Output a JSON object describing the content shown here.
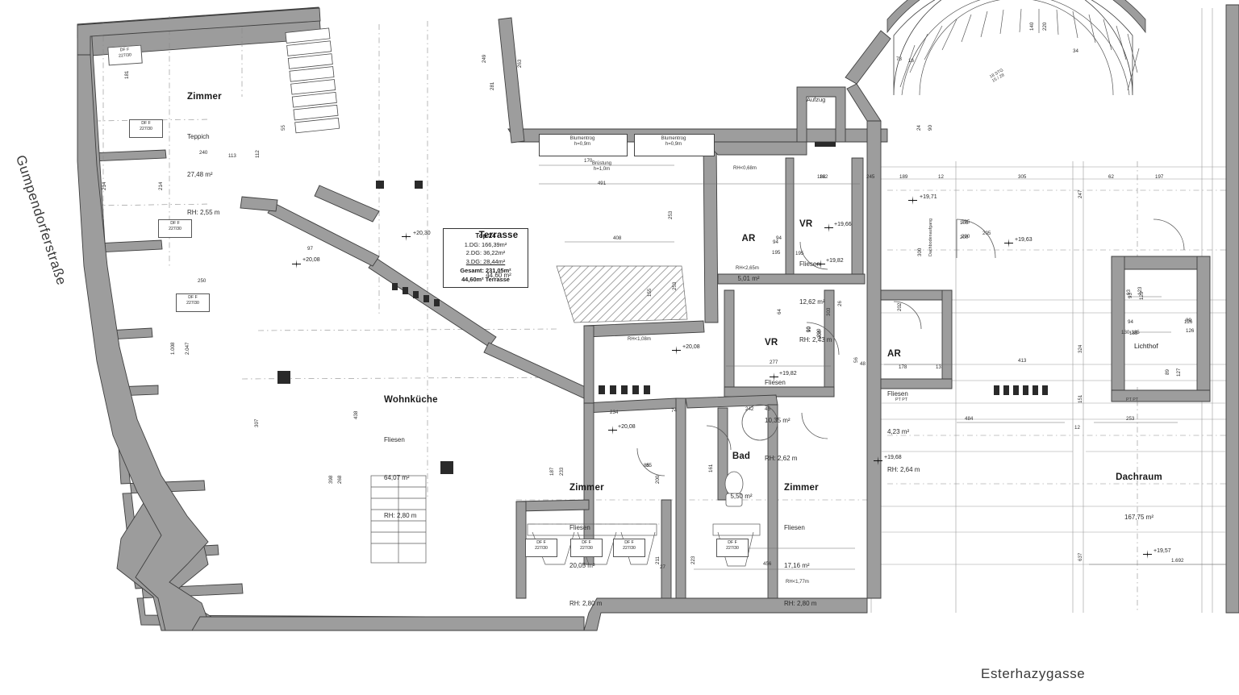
{
  "document": {
    "type": "architectural-floor-plan",
    "streets": {
      "left": "Gumpendorferstraße",
      "bottom_right": "Esterhazygasse"
    }
  },
  "title_block": {
    "unit": "Top 24",
    "lines": [
      "1.DG: 166,39m²",
      "2.DG: 36,22m²",
      "3.DG: 28,44m²"
    ],
    "total": "Gesamt: 231,05m²",
    "terrace": "44,60m² Terrasse"
  },
  "rooms": [
    {
      "name": "Zimmer",
      "floor": "Teppich",
      "area": "27,48 m²",
      "height": "RH: 2,55 m"
    },
    {
      "name": "Terrasse",
      "floor": "",
      "area": "44,60 m²",
      "height": ""
    },
    {
      "name": "Wohnküche",
      "floor": "Fliesen",
      "area": "64,07 m²",
      "height": "RH: 2,80 m"
    },
    {
      "name": "AR",
      "floor": "",
      "area": "5,01 m²",
      "height": ""
    },
    {
      "name": "VR",
      "floor": "Fliesen",
      "area": "12,62 m²",
      "height": "RH: 2,43 m"
    },
    {
      "name": "VR",
      "floor": "Fliesen",
      "area": "10,35 m²",
      "height": "RH: 2,62 m"
    },
    {
      "name": "AR",
      "floor": "Fliesen",
      "area": "4,23 m²",
      "height": "RH: 2,64 m"
    },
    {
      "name": "Bad",
      "floor": "",
      "area": "5,50 m²",
      "height": ""
    },
    {
      "name": "Zimmer",
      "floor": "Fliesen",
      "area": "20,05 m²",
      "height": "RH: 2,80 m"
    },
    {
      "name": "Zimmer",
      "floor": "Fliesen",
      "area": "17,16 m²",
      "height": "RH: 2,80 m"
    },
    {
      "name": "Dachraum",
      "floor": "",
      "area": "167,75 m²",
      "height": ""
    },
    {
      "name": "Lichthof",
      "floor": "",
      "area": "",
      "height": ""
    }
  ],
  "features": {
    "aufzug": "Aufzug",
    "blumentrog_1": "Blumentrog\nh=0,9m",
    "blumentrog_2": "Blumentrog\nh=0,9m",
    "bruestung": "Brüstung\nh=1,0m",
    "bruestung_dim": "491",
    "dachbodenaufgang": "Dachbodenaufgang",
    "stiege_label": "18 STG\n15 / 28"
  },
  "elevations": [
    {
      "value": "+20,30"
    },
    {
      "value": "+20,08"
    },
    {
      "value": "+20,08"
    },
    {
      "value": "+20,08"
    },
    {
      "value": "+19,71"
    },
    {
      "value": "+19,66"
    },
    {
      "value": "+19,63"
    },
    {
      "value": "+19,82"
    },
    {
      "value": "+19,82"
    },
    {
      "value": "+19,68"
    },
    {
      "value": "+19,57"
    }
  ],
  "ceiling_notes": [
    "RH<0,68m",
    "RH<2,65m",
    "RH<1,77m",
    "RH<1,08m"
  ],
  "openings": {
    "df_windows": [
      {
        "label": "DF F",
        "size": "227/30"
      },
      {
        "label": "DF F",
        "size": "227/30"
      },
      {
        "label": "DF F",
        "size": "227/30"
      },
      {
        "label": "DF F",
        "size": "227/30"
      },
      {
        "label": "DF F",
        "size": "227/30"
      },
      {
        "label": "DF F",
        "size": "227/30"
      },
      {
        "label": "DF F",
        "size": "227/30"
      },
      {
        "label": "DF F",
        "size": "227/30"
      }
    ],
    "doors": [
      {
        "width": "105",
        "height": "200"
      },
      {
        "width": "94",
        "height": "195"
      },
      {
        "width": "90",
        "height": "200"
      },
      {
        "width": "85",
        "height": "200"
      },
      {
        "width": "89",
        "height": "126"
      },
      {
        "width": "94",
        "height": "130-135"
      },
      {
        "width": "93",
        "height": "123"
      }
    ]
  },
  "dimensions": {
    "top": [
      "140",
      "220",
      "73",
      "16",
      "24",
      "90",
      "162",
      "245",
      "189",
      "12",
      "305",
      "62",
      "197"
    ],
    "right_col": [
      "247",
      "324",
      "151",
      "637"
    ],
    "mid": [
      "170",
      "408",
      "253",
      "491",
      "277",
      "234",
      "242",
      "45",
      "161",
      "413",
      "484",
      "253",
      "456",
      "1.692",
      "27",
      "211",
      "223"
    ],
    "left_col": [
      "181",
      "214",
      "214",
      "240",
      "113",
      "112",
      "97",
      "250",
      "307",
      "438",
      "187",
      "233",
      "268",
      "398"
    ],
    "misc": [
      "182",
      "178",
      "13",
      "12",
      "48",
      "74",
      "26",
      "202",
      "249",
      "263",
      "253",
      "155",
      "55",
      "34",
      "64",
      "93",
      "123",
      "126",
      "135",
      "105",
      "200",
      "195",
      "94",
      "90",
      "85",
      "200",
      "205",
      "56",
      "303",
      "281",
      "300",
      "2.047",
      "1.008"
    ]
  },
  "lichthof_labels": [
    "93",
    "123",
    "94",
    "130-135",
    "89",
    "126",
    "89",
    "127",
    "PT PT",
    "PT PT"
  ],
  "colors": {
    "wall_fill": "#9a9a9a",
    "wall_stroke": "#4a4a4a",
    "line": "#5a5a5a",
    "thin": "#888888",
    "dash": "#7a7a7a",
    "text": "#1a1a1a",
    "paper": "#ffffff"
  }
}
